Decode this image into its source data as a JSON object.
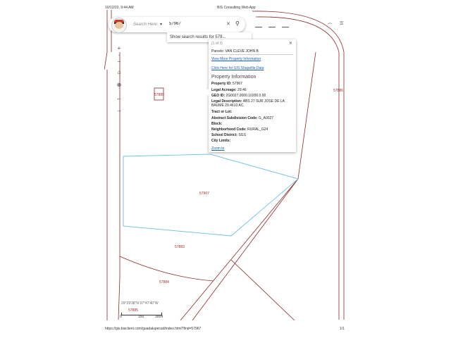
{
  "header": {
    "timestamp": "10/12/23, 9:44 AM",
    "app_title": "BIS Consulting Web App"
  },
  "search": {
    "label": "Search Here:",
    "value": "57967",
    "suggestion": "Show search results for 579..."
  },
  "popup": {
    "count": "(1 of 3)",
    "parcel": "Parcels: VAN CLEVE JOHN B",
    "link_more": "View More Property Information",
    "link_gis": "Click Here for GIS Shapefile Data",
    "section_title": "Property Information",
    "rows": [
      {
        "label": "Property ID:",
        "value": " 57967"
      },
      {
        "label": "Legal Acreage:",
        "value": " 29.46"
      },
      {
        "label": "GEO ID:",
        "value": " 2G0027.0000.10200.0.00"
      },
      {
        "label": "Legal Description:",
        "value": " ABS 27 SUR JOSE DE LA BAUME 29.4610 AC."
      },
      {
        "label": "Tract or Lot:",
        "value": ""
      },
      {
        "label": "Abstract Subdivision Code:",
        "value": " G_A0027"
      },
      {
        "label": "Block:",
        "value": ""
      },
      {
        "label": "Neighborhood Code:",
        "value": " RURAL_G24"
      },
      {
        "label": "School District:",
        "value": " SGS"
      },
      {
        "label": "City Limits:",
        "value": ""
      }
    ],
    "zoom_link": "Zoom to"
  },
  "parcels": [
    "57889",
    "57886",
    "57967",
    "57883",
    "57884",
    "57885"
  ],
  "map": {
    "coordinates": "29°29'38\"N 97°47'40\"W",
    "scale_ticks": [
      "0",
      "150",
      "300ft"
    ]
  },
  "footer": {
    "url": "https://gis.bisclient.com/guadalupecad/index.html?find=57967",
    "page": "1/1"
  },
  "colors": {
    "parcel_line": "#8b2a2a",
    "selected_line": "#6ec0e0",
    "link": "#1a5fb4"
  }
}
